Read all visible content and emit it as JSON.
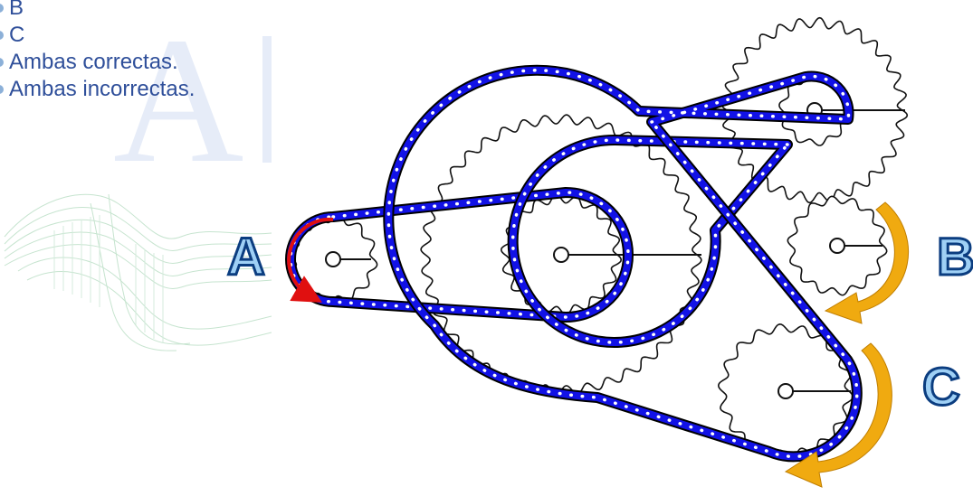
{
  "answer_options": [
    "B",
    "C",
    "Ambas correctas.",
    "Ambas incorrectas."
  ],
  "diagram": {
    "labels": {
      "a": "A",
      "b": "B",
      "c": "C"
    },
    "colors": {
      "chain": "#1212e6",
      "chain_link": "#ffffff",
      "gear_stroke": "#111111",
      "input_arrow": "#e01010",
      "output_arrow": "#f0aa10",
      "letter_fill": "#0b3d80",
      "letter_highlight": "#9fd0f5"
    }
  }
}
